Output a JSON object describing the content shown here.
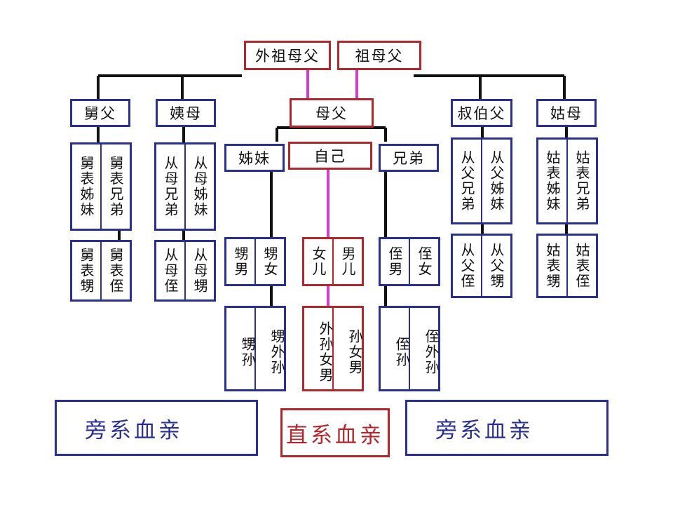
{
  "grandparents": {
    "maternal": "外祖母父",
    "paternal": "祖母父"
  },
  "parents_generation": {
    "maternal_uncle": "舅父",
    "maternal_aunt": "姨母",
    "parents": "母父",
    "paternal_uncles": "叔伯父",
    "paternal_aunt": "姑母"
  },
  "own_generation": {
    "sisters": "姊妹",
    "self": "自己",
    "brothers": "兄弟",
    "jiu_cousins": [
      "舅表姊妹",
      "舅表兄弟"
    ],
    "yi_cousins": [
      "从母兄弟",
      "从母姊妹"
    ],
    "shu_cousins": [
      "从父兄弟",
      "从父姊妹"
    ],
    "gu_cousins": [
      "姑表姊妹",
      "姑表兄弟"
    ]
  },
  "children_generation": {
    "jiu_nephews": [
      "舅表甥",
      "舅表侄"
    ],
    "yi_nephews": [
      "从母侄",
      "从母甥"
    ],
    "sister_children": [
      "甥男",
      "甥女"
    ],
    "own_children": [
      "女儿",
      "男儿"
    ],
    "brother_children": [
      "侄男",
      "侄女"
    ],
    "shu_nephews": [
      "从父侄",
      "从父甥"
    ],
    "gu_nephews": [
      "姑表甥",
      "姑表侄"
    ]
  },
  "grandchildren_generation": {
    "sister_grandchildren": [
      "甥孙",
      "甥外孙"
    ],
    "own_grandchildren": [
      "外孙女男",
      "孙女男"
    ],
    "brother_grandchildren": [
      "侄孙",
      "侄外孙"
    ]
  },
  "legend": {
    "collateral_left": "旁系血亲",
    "direct": "直系血亲",
    "collateral_right": "旁系血亲"
  },
  "colors": {
    "collateral_border": "#2a2f92",
    "direct_border": "#b3262c",
    "direct_line": "#d23fd0",
    "connector": "#111111"
  }
}
